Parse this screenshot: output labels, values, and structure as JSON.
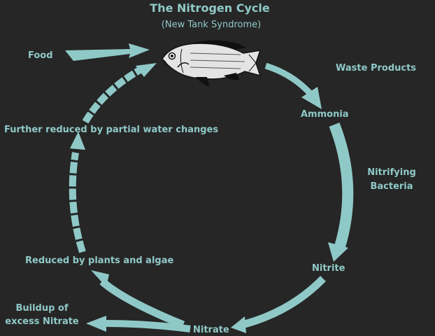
{
  "title": "The Nitrogen Cycle",
  "subtitle": "(New Tank Syndrome)",
  "labels": {
    "food": "Food",
    "waste_products": "Waste Products",
    "ammonia": "Ammonia",
    "nitrifying_bacteria": [
      "Nitrifying",
      "Bacteria"
    ],
    "nitrite": "Nitrite",
    "nitrate": "Nitrate",
    "buildup": [
      "Buildup of",
      "excess Nitrate"
    ],
    "plants_algae": "Reduced by plants and algae",
    "water_changes": "Further reduced by partial water changes"
  },
  "colors": {
    "background": "#262626",
    "accent": "#8fc9c7",
    "fish_body": "#e4e4e4",
    "fish_dark": "#111111"
  },
  "icons": {
    "fish": "fish-icon"
  }
}
